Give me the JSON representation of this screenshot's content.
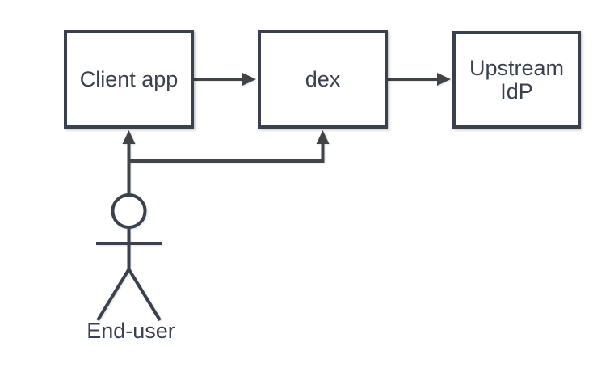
{
  "diagram": {
    "type": "flow-diagram",
    "nodes": [
      {
        "id": "client-app",
        "label": "Client app"
      },
      {
        "id": "dex",
        "label": "dex"
      },
      {
        "id": "upstream-idp",
        "label": "Upstream IdP"
      }
    ],
    "actor": {
      "id": "end-user",
      "label": "End-user",
      "shape": "stick-figure"
    },
    "edges": [
      {
        "from": "Client app",
        "to": "dex",
        "style": "arrow"
      },
      {
        "from": "dex",
        "to": "Upstream IdP",
        "style": "arrow"
      },
      {
        "from": "End-user",
        "to": "Client app",
        "style": "arrow"
      },
      {
        "from": "End-user",
        "to": "dex",
        "style": "arrow"
      }
    ],
    "colors": {
      "node_border": "#38414D",
      "node_fill": "#FFFFFF",
      "label_text": "#38414D",
      "connector": "#3F4448",
      "background": "#FFFFFF"
    }
  }
}
